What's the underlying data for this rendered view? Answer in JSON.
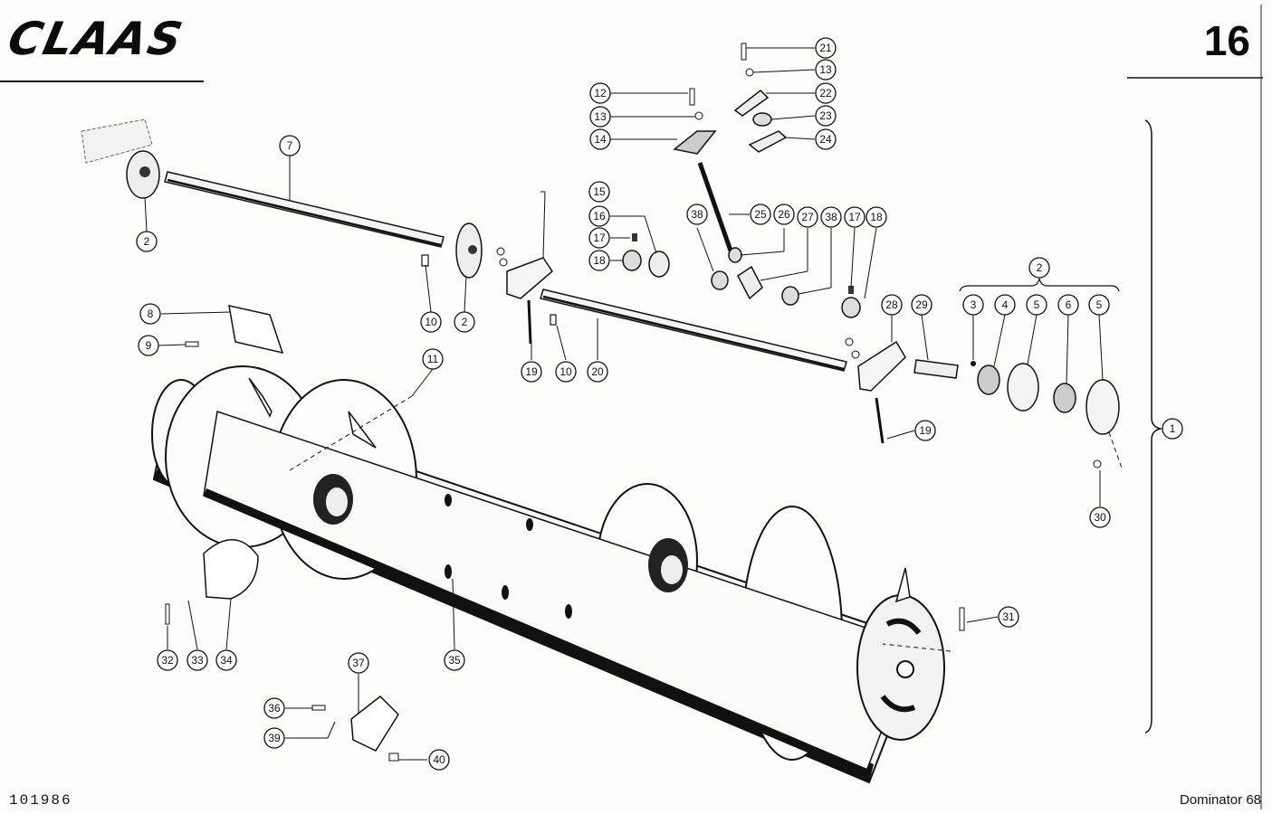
{
  "brand": "CLAAS",
  "page_number": "16",
  "document_number": "101986",
  "model": "Dominator 68",
  "callouts": {
    "c1": "1",
    "c2a": "2",
    "c2b": "2",
    "c2c": "2",
    "c3": "3",
    "c4": "4",
    "c5a": "5",
    "c5b": "5",
    "c6": "6",
    "c7": "7",
    "c8": "8",
    "c9": "9",
    "c10a": "10",
    "c10b": "10",
    "c11": "11",
    "c12": "12",
    "c13a": "13",
    "c13b": "13",
    "c14": "14",
    "c15": "15",
    "c16": "16",
    "c17a": "17",
    "c17b": "17",
    "c18a": "18",
    "c18b": "18",
    "c19a": "19",
    "c19b": "19",
    "c20": "20",
    "c21": "21",
    "c22": "22",
    "c23": "23",
    "c24": "24",
    "c25": "25",
    "c26": "26",
    "c27": "27",
    "c28": "28",
    "c29": "29",
    "c30": "30",
    "c31": "31",
    "c32": "32",
    "c33": "33",
    "c34": "34",
    "c35": "35",
    "c36": "36",
    "c37": "37",
    "c38a": "38",
    "c38b": "38",
    "c39": "39",
    "c40": "40"
  }
}
